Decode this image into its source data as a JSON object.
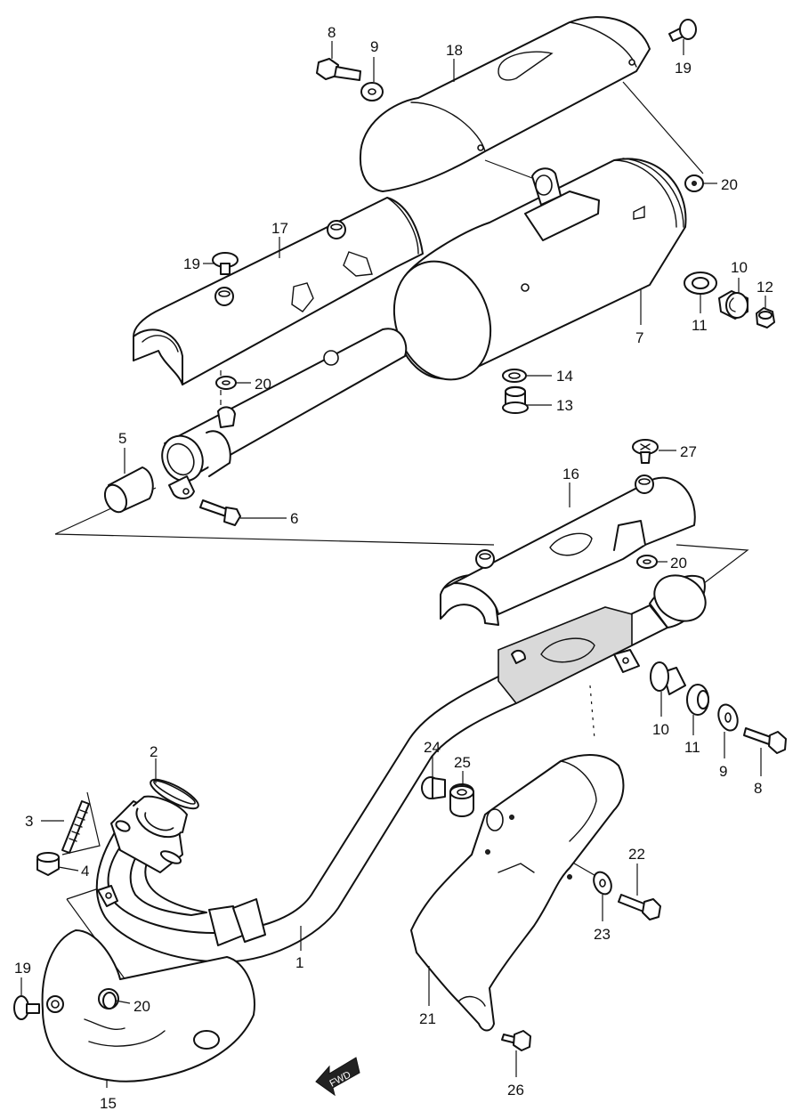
{
  "diagram": {
    "parts": [
      {
        "id": "p1",
        "number": "1"
      },
      {
        "id": "p2",
        "number": "2"
      },
      {
        "id": "p3",
        "number": "3"
      },
      {
        "id": "p4",
        "number": "4"
      },
      {
        "id": "p5",
        "number": "5"
      },
      {
        "id": "p6",
        "number": "6"
      },
      {
        "id": "p7",
        "number": "7"
      },
      {
        "id": "p8a",
        "number": "8"
      },
      {
        "id": "p8b",
        "number": "8"
      },
      {
        "id": "p9a",
        "number": "9"
      },
      {
        "id": "p9b",
        "number": "9"
      },
      {
        "id": "p10a",
        "number": "10"
      },
      {
        "id": "p10b",
        "number": "10"
      },
      {
        "id": "p11a",
        "number": "11"
      },
      {
        "id": "p11b",
        "number": "11"
      },
      {
        "id": "p12",
        "number": "12"
      },
      {
        "id": "p13",
        "number": "13"
      },
      {
        "id": "p14",
        "number": "14"
      },
      {
        "id": "p15",
        "number": "15"
      },
      {
        "id": "p16",
        "number": "16"
      },
      {
        "id": "p17",
        "number": "17"
      },
      {
        "id": "p18",
        "number": "18"
      },
      {
        "id": "p19a",
        "number": "19"
      },
      {
        "id": "p19b",
        "number": "19"
      },
      {
        "id": "p19c",
        "number": "19"
      },
      {
        "id": "p20a",
        "number": "20"
      },
      {
        "id": "p20b",
        "number": "20"
      },
      {
        "id": "p20c",
        "number": "20"
      },
      {
        "id": "p20d",
        "number": "20"
      },
      {
        "id": "p21",
        "number": "21"
      },
      {
        "id": "p22",
        "number": "22"
      },
      {
        "id": "p23",
        "number": "23"
      },
      {
        "id": "p24",
        "number": "24"
      },
      {
        "id": "p25",
        "number": "25"
      },
      {
        "id": "p26",
        "number": "26"
      },
      {
        "id": "p27",
        "number": "27"
      }
    ],
    "fwd_label": "FWD"
  }
}
